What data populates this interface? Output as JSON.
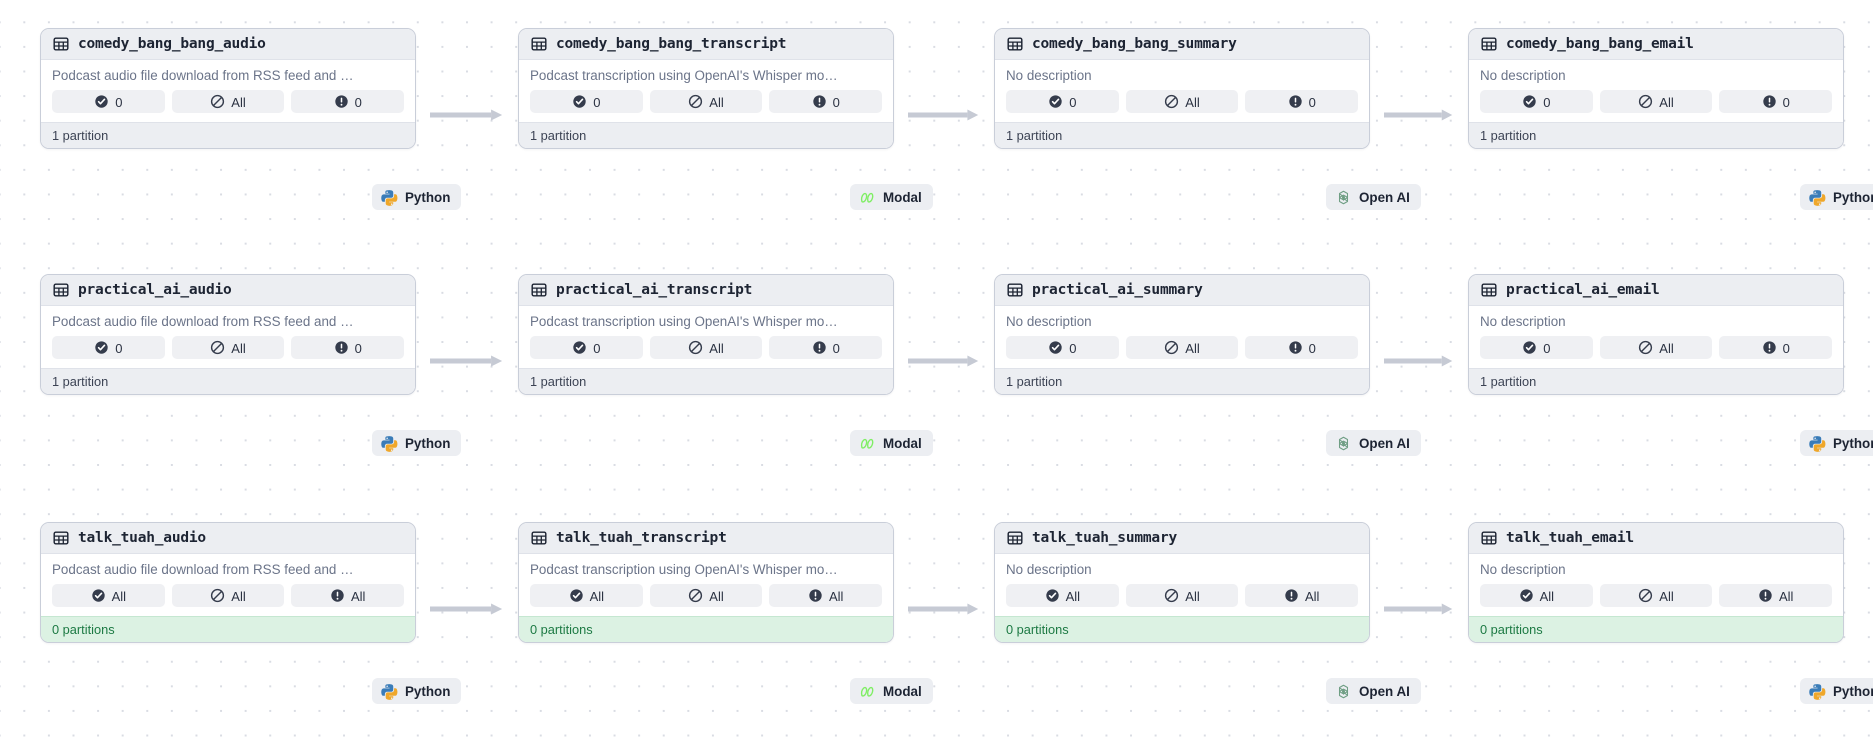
{
  "graph": {
    "background": "#ffffff",
    "dot_color": "#d9dce3",
    "arrow_color": "#c6cad4",
    "empty_footer_bg": "#dcf2e3",
    "empty_footer_text": "#1d7a44"
  },
  "descriptions": {
    "audio": "Podcast audio file download from RSS feed and …",
    "transcript": "Podcast transcription using OpenAI's Whisper mo…",
    "none": "No description"
  },
  "stat_icons": {
    "checks": "check-circle-icon",
    "freshness": "no-policy-icon",
    "alerts": "alert-circle-icon"
  },
  "integrations": [
    {
      "id": "python",
      "label": "Python",
      "icon": "python-logo-icon"
    },
    {
      "id": "modal",
      "label": "Modal",
      "icon": "modal-logo-icon"
    },
    {
      "id": "openai",
      "label": "Open AI",
      "icon": "openai-logo-icon"
    }
  ],
  "rows": [
    {
      "id": "comedy_bang_bang",
      "nodes": [
        {
          "name": "comedy_bang_bang_audio",
          "icon": "asset-table-icon",
          "description": "Podcast audio file download from RSS feed and …",
          "stats": [
            {
              "icon": "check-circle-icon",
              "value": "0"
            },
            {
              "icon": "no-policy-icon",
              "value": "All"
            },
            {
              "icon": "alert-circle-icon",
              "value": "0"
            }
          ],
          "footer": "1 partition",
          "empty": false,
          "integration": {
            "label": "Python",
            "icon": "python-logo-icon"
          }
        },
        {
          "name": "comedy_bang_bang_transcript",
          "icon": "asset-table-icon",
          "description": "Podcast transcription using OpenAI's Whisper mo…",
          "stats": [
            {
              "icon": "check-circle-icon",
              "value": "0"
            },
            {
              "icon": "no-policy-icon",
              "value": "All"
            },
            {
              "icon": "alert-circle-icon",
              "value": "0"
            }
          ],
          "footer": "1 partition",
          "empty": false,
          "integration": {
            "label": "Modal",
            "icon": "modal-logo-icon"
          }
        },
        {
          "name": "comedy_bang_bang_summary",
          "icon": "asset-table-icon",
          "description": "No description",
          "stats": [
            {
              "icon": "check-circle-icon",
              "value": "0"
            },
            {
              "icon": "no-policy-icon",
              "value": "All"
            },
            {
              "icon": "alert-circle-icon",
              "value": "0"
            }
          ],
          "footer": "1 partition",
          "empty": false,
          "integration": {
            "label": "Open AI",
            "icon": "openai-logo-icon"
          }
        },
        {
          "name": "comedy_bang_bang_email",
          "icon": "asset-table-icon",
          "description": "No description",
          "stats": [
            {
              "icon": "check-circle-icon",
              "value": "0"
            },
            {
              "icon": "no-policy-icon",
              "value": "All"
            },
            {
              "icon": "alert-circle-icon",
              "value": "0"
            }
          ],
          "footer": "1 partition",
          "empty": false,
          "integration": {
            "label": "Python",
            "icon": "python-logo-icon"
          }
        }
      ]
    },
    {
      "id": "practical_ai",
      "nodes": [
        {
          "name": "practical_ai_audio",
          "icon": "asset-table-icon",
          "description": "Podcast audio file download from RSS feed and …",
          "stats": [
            {
              "icon": "check-circle-icon",
              "value": "0"
            },
            {
              "icon": "no-policy-icon",
              "value": "All"
            },
            {
              "icon": "alert-circle-icon",
              "value": "0"
            }
          ],
          "footer": "1 partition",
          "empty": false,
          "integration": {
            "label": "Python",
            "icon": "python-logo-icon"
          }
        },
        {
          "name": "practical_ai_transcript",
          "icon": "asset-table-icon",
          "description": "Podcast transcription using OpenAI's Whisper mo…",
          "stats": [
            {
              "icon": "check-circle-icon",
              "value": "0"
            },
            {
              "icon": "no-policy-icon",
              "value": "All"
            },
            {
              "icon": "alert-circle-icon",
              "value": "0"
            }
          ],
          "footer": "1 partition",
          "empty": false,
          "integration": {
            "label": "Modal",
            "icon": "modal-logo-icon"
          }
        },
        {
          "name": "practical_ai_summary",
          "icon": "asset-table-icon",
          "description": "No description",
          "stats": [
            {
              "icon": "check-circle-icon",
              "value": "0"
            },
            {
              "icon": "no-policy-icon",
              "value": "All"
            },
            {
              "icon": "alert-circle-icon",
              "value": "0"
            }
          ],
          "footer": "1 partition",
          "empty": false,
          "integration": {
            "label": "Open AI",
            "icon": "openai-logo-icon"
          }
        },
        {
          "name": "practical_ai_email",
          "icon": "asset-table-icon",
          "description": "No description",
          "stats": [
            {
              "icon": "check-circle-icon",
              "value": "0"
            },
            {
              "icon": "no-policy-icon",
              "value": "All"
            },
            {
              "icon": "alert-circle-icon",
              "value": "0"
            }
          ],
          "footer": "1 partition",
          "empty": false,
          "integration": {
            "label": "Python",
            "icon": "python-logo-icon"
          }
        }
      ]
    },
    {
      "id": "talk_tuah",
      "nodes": [
        {
          "name": "talk_tuah_audio",
          "icon": "asset-table-icon",
          "description": "Podcast audio file download from RSS feed and …",
          "stats": [
            {
              "icon": "check-circle-icon",
              "value": "All"
            },
            {
              "icon": "no-policy-icon",
              "value": "All"
            },
            {
              "icon": "alert-circle-icon",
              "value": "All"
            }
          ],
          "footer": "0 partitions",
          "empty": true,
          "integration": {
            "label": "Python",
            "icon": "python-logo-icon"
          }
        },
        {
          "name": "talk_tuah_transcript",
          "icon": "asset-table-icon",
          "description": "Podcast transcription using OpenAI's Whisper mo…",
          "stats": [
            {
              "icon": "check-circle-icon",
              "value": "All"
            },
            {
              "icon": "no-policy-icon",
              "value": "All"
            },
            {
              "icon": "alert-circle-icon",
              "value": "All"
            }
          ],
          "footer": "0 partitions",
          "empty": true,
          "integration": {
            "label": "Modal",
            "icon": "modal-logo-icon"
          }
        },
        {
          "name": "talk_tuah_summary",
          "icon": "asset-table-icon",
          "description": "No description",
          "stats": [
            {
              "icon": "check-circle-icon",
              "value": "All"
            },
            {
              "icon": "no-policy-icon",
              "value": "All"
            },
            {
              "icon": "alert-circle-icon",
              "value": "All"
            }
          ],
          "footer": "0 partitions",
          "empty": true,
          "integration": {
            "label": "Open AI",
            "icon": "openai-logo-icon"
          }
        },
        {
          "name": "talk_tuah_email",
          "icon": "asset-table-icon",
          "description": "No description",
          "stats": [
            {
              "icon": "check-circle-icon",
              "value": "All"
            },
            {
              "icon": "no-policy-icon",
              "value": "All"
            },
            {
              "icon": "alert-circle-icon",
              "value": "All"
            }
          ],
          "footer": "0 partitions",
          "empty": true,
          "integration": {
            "label": "Python",
            "icon": "python-logo-icon"
          }
        }
      ]
    }
  ]
}
